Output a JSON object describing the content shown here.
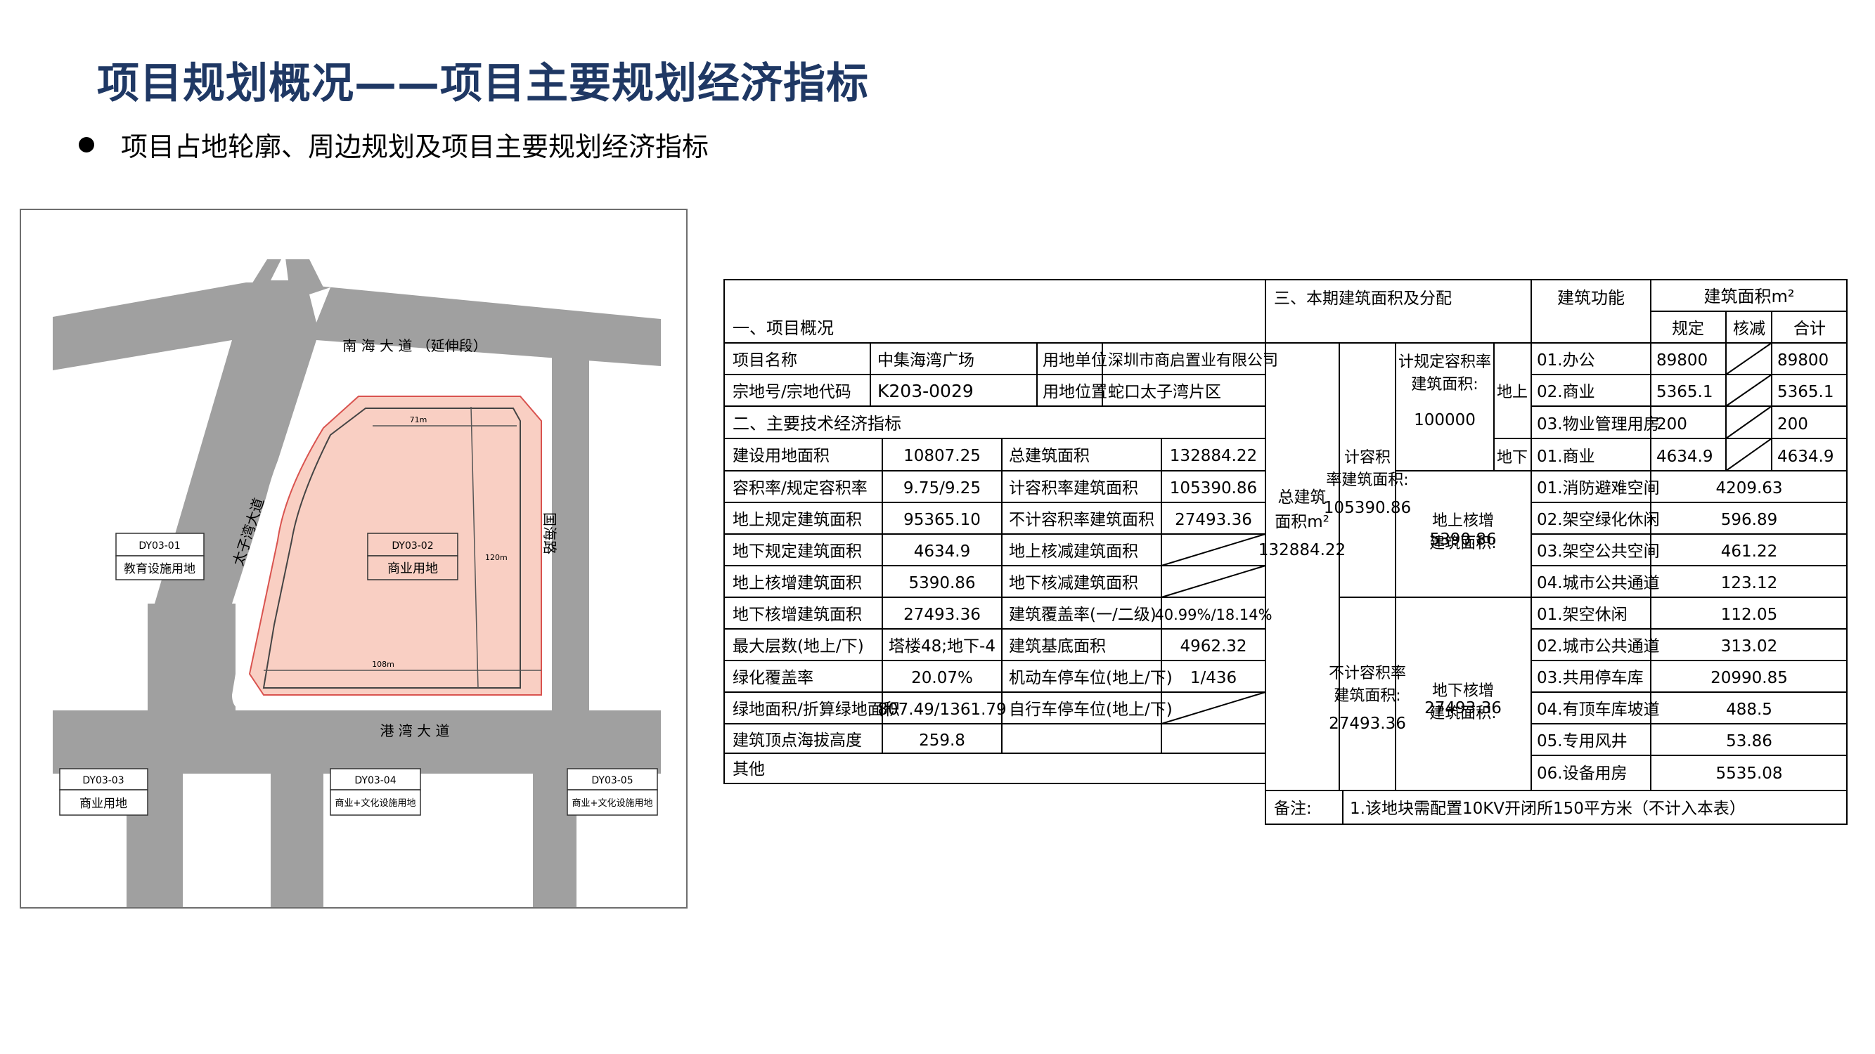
{
  "page": {
    "title": "项目规划概况——项目主要规划经济指标",
    "bullet": "项目占地轮廓、周边规划及项目主要规划经济指标"
  },
  "map": {
    "roads": {
      "north": "南 海 大 道 （延伸段）",
      "south": "港 湾 大 道",
      "west": "太子湾大道",
      "east": "国海路"
    },
    "site": {
      "code": "DY03-02",
      "use": "商业用地",
      "dim_top": "71m",
      "dim_right": "120m",
      "dim_bottom": "108m"
    },
    "parcels": [
      {
        "code": "DY03-01",
        "use": "教育设施用地"
      },
      {
        "code": "DY03-03",
        "use": "商业用地"
      },
      {
        "code": "DY03-04",
        "use": "商业+文化设施用地"
      },
      {
        "code": "DY03-05",
        "use": "商业+文化设施用地"
      }
    ],
    "colors": {
      "road": "#a0a0a0",
      "site_fill": "#f9cfc3",
      "site_outline": "#d9534f"
    }
  },
  "table_left": {
    "section1": "一、项目概况",
    "name_label": "项目名称",
    "name_value": "中集海湾广场",
    "unit_label": "用地单位",
    "unit_value": "深圳市商启置业有限公司",
    "code_label": "宗地号/宗地代码",
    "code_value": "K203-0029",
    "loc_label": "用地位置",
    "loc_value": "蛇口太子湾片区",
    "section2": "二、主要技术经济指标",
    "rows": [
      [
        "建设用地面积",
        "10807.25",
        "总建筑面积",
        "132884.22"
      ],
      [
        "容积率/规定容积率",
        "9.75/9.25",
        "计容积率建筑面积",
        "105390.86"
      ],
      [
        "地上规定建筑面积",
        "95365.10",
        "不计容积率建筑面积",
        "27493.36"
      ],
      [
        "地下规定建筑面积",
        "4634.9",
        "地上核减建筑面积",
        ""
      ],
      [
        "地上核增建筑面积",
        "5390.86",
        "地下核减建筑面积",
        ""
      ],
      [
        "地下核增建筑面积",
        "27493.36",
        "建筑覆盖率(一/二级)",
        "40.99%/18.14%"
      ],
      [
        "最大层数(地上/下)",
        "塔楼48;地下-4",
        "建筑基底面积",
        "4962.32"
      ],
      [
        "绿化覆盖率",
        "20.07%",
        "机动车停车位(地上/下)",
        "1/436"
      ],
      [
        "绿地面积/折算绿地面积",
        "807.49/1361.79",
        "自行车停车位(地上/下)",
        ""
      ],
      [
        "建筑顶点海拔高度",
        "259.8",
        "",
        ""
      ]
    ],
    "other": "其他"
  },
  "table_right": {
    "section3": "三、本期建筑面积及分配",
    "col_func": "建筑功能",
    "col_area": "建筑面积m²",
    "col_spec": "规定",
    "col_reduce": "核减",
    "col_total": "合计",
    "total_label": "总建筑面积m²",
    "total_value": "132884.22",
    "far_label": "计容积率建筑面积:",
    "far_value": "105390.86",
    "spec_label": "计规定容积率建筑面积:",
    "spec_value": "100000",
    "above": "地上",
    "below": "地下",
    "inc_above_label": "地上核增建筑面积:",
    "inc_above_value": "5390.86",
    "nonfar_label": "不计容积率建筑面积:",
    "nonfar_value": "27493.36",
    "inc_below_label": "地下核增建筑面积:",
    "inc_below_value": "27493.36",
    "spec_rows": [
      [
        "01.办公",
        "89800",
        "89800"
      ],
      [
        "02.商业",
        "5365.1",
        "5365.1"
      ],
      [
        "03.物业管理用房",
        "200",
        "200"
      ],
      [
        "01.商业",
        "4634.9",
        "4634.9"
      ]
    ],
    "above_rows": [
      [
        "01.消防避难空间",
        "4209.63"
      ],
      [
        "02.架空绿化休闲",
        "596.89"
      ],
      [
        "03.架空公共空间",
        "461.22"
      ],
      [
        "04.城市公共通道",
        "123.12"
      ]
    ],
    "below_rows": [
      [
        "01.架空休闲",
        "112.05"
      ],
      [
        "02.城市公共通道",
        "313.02"
      ],
      [
        "03.共用停车库",
        "20990.85"
      ],
      [
        "04.有顶车库坡道",
        "488.5"
      ],
      [
        "05.专用风井",
        "53.86"
      ],
      [
        "06.设备用房",
        "5535.08"
      ]
    ],
    "note_label": "备注:",
    "note_text": "1.该地块需配置10KV开闭所150平方米（不计入本表）"
  }
}
